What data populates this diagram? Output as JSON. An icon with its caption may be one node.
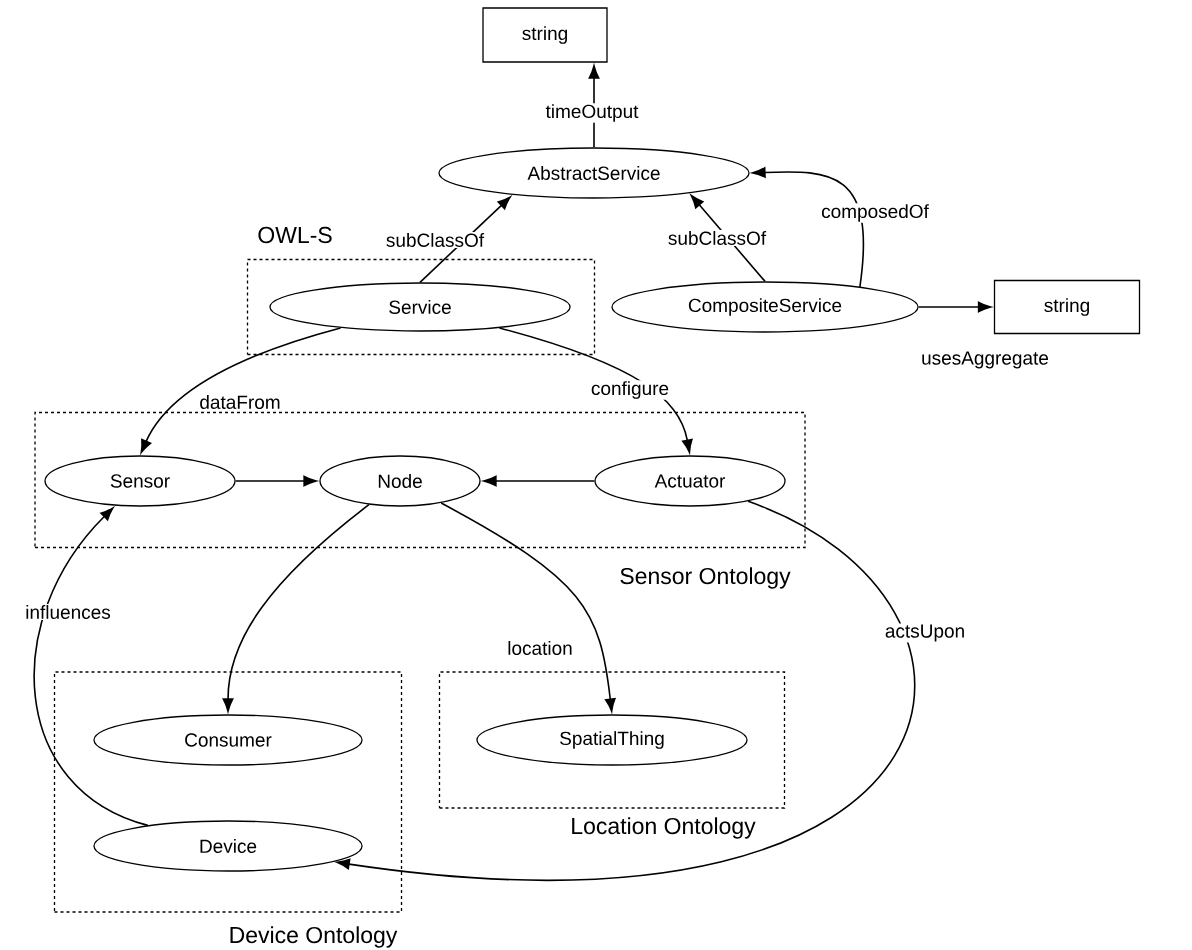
{
  "diagram": {
    "nodes": [
      {
        "text": [
          "string"
        ]
      },
      {
        "text": [
          "AbstractService"
        ]
      },
      {
        "text": [
          "OWL-S"
        ]
      },
      {
        "text": [
          "Service"
        ],
        "in": 2
      },
      {
        "text": [
          "CompositeService"
        ]
      },
      {
        "text": [
          "string"
        ]
      },
      {
        "text": [
          "Sensor Ontology"
        ]
      },
      {
        "text": [
          "Sensor"
        ],
        "in": 6
      },
      {
        "text": [
          "Node"
        ],
        "in": 6
      },
      {
        "text": [
          "Actuator"
        ],
        "in": 6
      },
      {
        "text": [
          "Device Ontology"
        ]
      },
      {
        "text": [
          "Consumer"
        ],
        "in": 10
      },
      {
        "text": [
          "Device"
        ],
        "in": 10
      },
      {
        "text": [
          "Location Ontology"
        ]
      },
      {
        "text": [
          "SpatialThing"
        ],
        "in": 13
      }
    ],
    "edges": [
      {
        "from": 1,
        "to": 0,
        "arrow": "to",
        "label": "timeOutput"
      },
      {
        "from": 3,
        "to": 1,
        "arrow": "to",
        "label": "subClassOf"
      },
      {
        "from": 4,
        "to": 1,
        "arrow": "to",
        "label": "subClassOf"
      },
      {
        "from": 4,
        "to": 1,
        "arrow": "to",
        "label": "composedOf"
      },
      {
        "from": 4,
        "to": 5,
        "arrow": "to",
        "label": "usesAggregate"
      },
      {
        "from": 3,
        "to": 7,
        "arrow": "to",
        "label": "dataFrom"
      },
      {
        "from": 3,
        "to": 9,
        "arrow": "to",
        "label": "configure"
      },
      {
        "from": 7,
        "to": 8,
        "arrow": "to"
      },
      {
        "from": 9,
        "to": 8,
        "arrow": "to"
      },
      {
        "from": 8,
        "to": 11,
        "arrow": "to"
      },
      {
        "from": 8,
        "to": 14,
        "arrow": "to",
        "label": "location"
      },
      {
        "from": 12,
        "to": 7,
        "arrow": "to",
        "label": "influences"
      },
      {
        "from": 9,
        "to": 12,
        "arrow": "to",
        "label": "actsUpon"
      }
    ]
  }
}
